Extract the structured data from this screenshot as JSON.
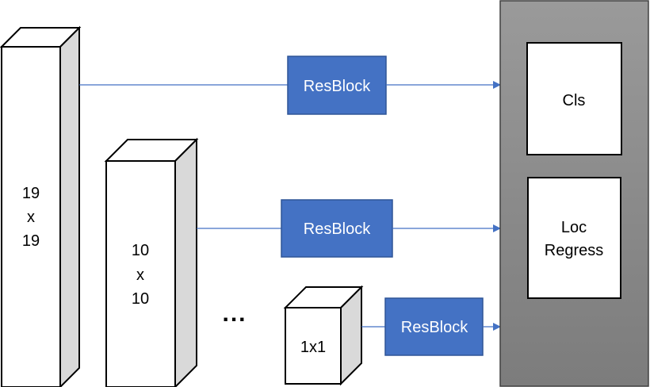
{
  "cubes": {
    "large": {
      "lines": [
        "19",
        "x",
        "19"
      ]
    },
    "medium": {
      "lines": [
        "10",
        "x",
        "10"
      ]
    },
    "small": {
      "label": "1x1"
    }
  },
  "ellipsis": "...",
  "resblocks": [
    "ResBlock",
    "ResBlock",
    "ResBlock"
  ],
  "head": {
    "cls_label": "Cls",
    "loc_label_lines": [
      "Loc",
      "Regress"
    ]
  },
  "colors": {
    "resblock_fill": "#4472C4",
    "resblock_border": "#2F5597",
    "arrow": "#4472C4",
    "cube_side": "#d9d9d9",
    "panel_top": "#d0d0d0",
    "panel_bottom": "#7a7a7a"
  }
}
